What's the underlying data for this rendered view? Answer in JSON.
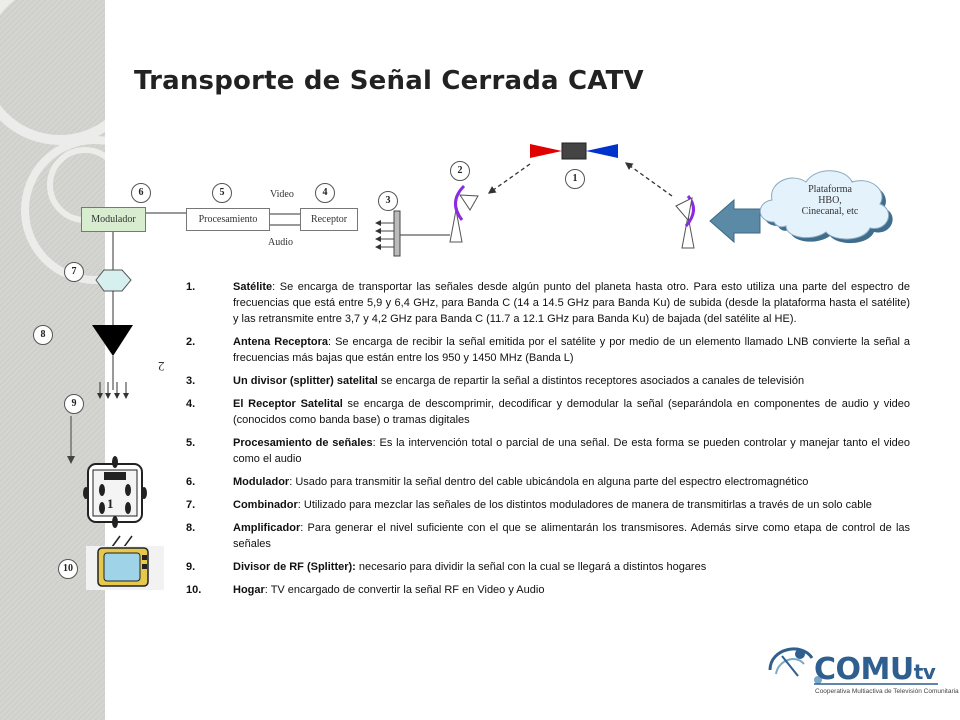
{
  "title": "Transporte de Señal Cerrada CATV",
  "diagram": {
    "numbers": {
      "n1": "1",
      "n2": "2",
      "n3": "3",
      "n4": "4",
      "n5": "5",
      "n6": "6",
      "n7": "7",
      "n8": "8",
      "n9": "9",
      "n10": "10"
    },
    "modulador": "Modulador",
    "procesamiento": "Procesamiento",
    "receptor": "Receptor",
    "video": "Video",
    "audio": "Audio",
    "plataforma": [
      "Plataforma",
      "HBO,",
      "Cinecanal, etc"
    ],
    "stray_mark": "2",
    "combiner_digit": "1",
    "colors": {
      "accent_blue": "#2f5f8f",
      "sat_red": "#e00000",
      "sat_blue": "#0033cc",
      "node_fill": "#d6f0f0",
      "mod_fill": "#d8ecd0"
    }
  },
  "list": [
    {
      "num": "1.",
      "term": "Satélite",
      "text": ": Se encarga de transportar las señales desde algún punto del planeta hasta otro. Para esto utiliza una parte del espectro de frecuencias que está entre 5,9 y 6,4 GHz, para Banda C (14 a 14.5 GHz para Banda Ku) de subida (desde la plataforma hasta el satélite) y las retransmite entre 3,7 y 4,2 GHz para Banda C (11.7 a 12.1 GHz para Banda Ku) de bajada (del satélite al  HE)."
    },
    {
      "num": "2.",
      "term": "Antena Receptora",
      "text": ": Se encarga de recibir la señal emitida por el satélite y por medio de un elemento llamado LNB convierte la señal a frecuencias más bajas que están entre los 950 y 1450 MHz (Banda L)"
    },
    {
      "num": "3.",
      "term": "Un divisor (splitter) satelital",
      "text": " se encarga de repartir la señal a distintos receptores asociados a canales de televisión"
    },
    {
      "num": "4.",
      "term": "El Receptor Satelital",
      "text": " se encarga de descomprimir, decodificar y demodular la señal (separándola en componentes de audio y video (conocidos como banda base) o tramas digitales"
    },
    {
      "num": "5.",
      "term": "Procesamiento de señales",
      "text": ": Es la intervención total o parcial de una señal. De esta forma se pueden controlar y manejar tanto el video como el audio"
    },
    {
      "num": "6.",
      "term": "Modulador",
      "text": ": Usado para transmitir la señal dentro del cable ubicándola en alguna parte del espectro electromagnético"
    },
    {
      "num": "7.",
      "term": "Combinador",
      "text": ": Utilizado para mezclar las señales de los distintos moduladores de manera de transmitirlas a través de un solo cable"
    },
    {
      "num": "8.",
      "term": "Amplificador",
      "text": ": Para generar el nivel suficiente con el que se alimentarán los transmisores. Además sirve como etapa de control de las señales"
    },
    {
      "num": "9.",
      "term": " Divisor de RF (Splitter):",
      "text": " necesario para dividir la señal con la cual se llegará a distintos hogares"
    },
    {
      "num": "10.",
      "term": "Hogar",
      "text": ": TV encargado de convertir la señal RF en Video y Audio"
    }
  ],
  "logo": {
    "brand": "COMU",
    "brand_suffix": "tv",
    "tagline": "Cooperativa Multiactiva de Televisión Comunitaria"
  }
}
